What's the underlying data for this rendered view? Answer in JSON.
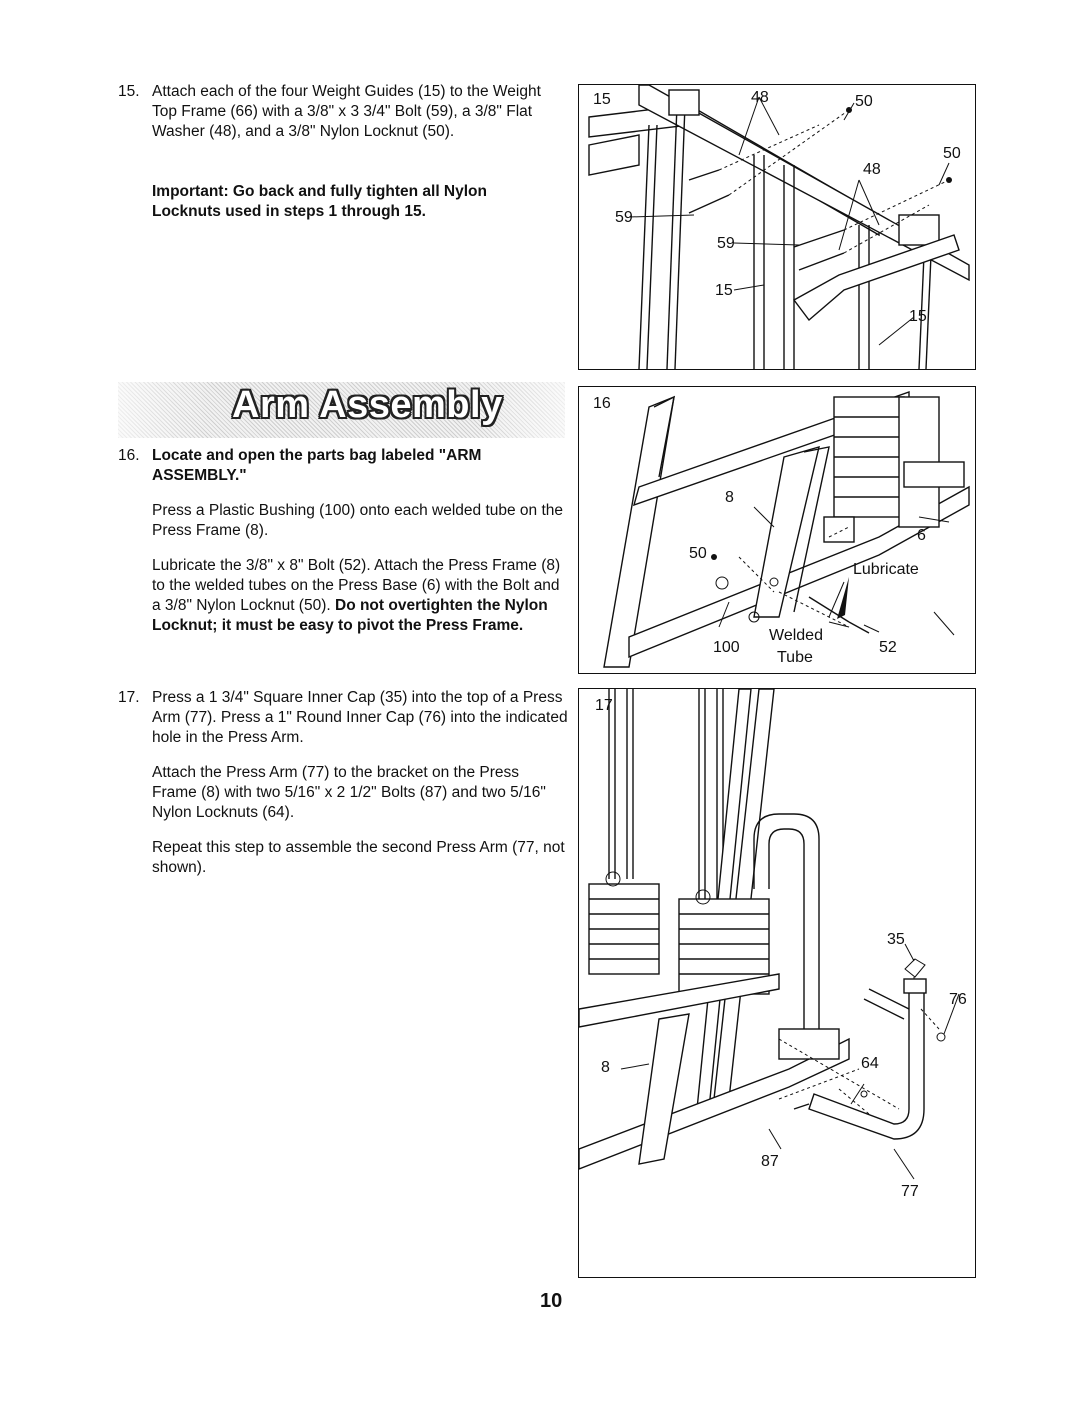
{
  "step15": {
    "number": "15.",
    "text": "Attach each of the four Weight Guides (15) to the Weight Top Frame (66) with a 3/8\" x 3 3/4\" Bolt (59), a 3/8\" Flat Washer (48), and a 3/8\" Nylon Locknut (50).",
    "important": "Important: Go back and fully tighten all Nylon Locknuts used in steps 1 through 15."
  },
  "section_title": "Arm Assembly",
  "step16": {
    "number": "16.",
    "heading": "Locate and open the parts bag labeled \"ARM ASSEMBLY.\"",
    "para1": "Press a Plastic Bushing (100) onto each welded tube on the Press Frame (8).",
    "para2_normal": "Lubricate the 3/8\" x 8\" Bolt (52). Attach the Press Frame (8) to the welded tubes on the Press Base (6) with the Bolt and a 3/8\" Nylon Locknut (50).",
    "para2_bold": "Do not overtighten the Nylon Locknut; it must be easy to pivot the Press Frame."
  },
  "step17": {
    "number": "17.",
    "para1": "Press a 1 3/4\" Square Inner Cap (35) into the top of a Press Arm (77). Press a 1\" Round Inner Cap (76) into the indicated hole in the Press Arm.",
    "para2": "Attach the Press Arm (77) to the bracket on the Press Frame (8) with two 5/16\" x 2 1/2\" Bolts (87) and two 5/16\" Nylon Locknuts (64).",
    "para3": "Repeat this step to assemble the second Press Arm (77, not shown)."
  },
  "fig15": {
    "label": "15",
    "callouts": {
      "c48a": "48",
      "c50a": "50",
      "c50b": "50",
      "c48b": "48",
      "c59a": "59",
      "c59b": "59",
      "c15a": "15",
      "c15b": "15"
    }
  },
  "fig16": {
    "label": "16",
    "callouts": {
      "c8": "8",
      "c6": "6",
      "c50": "50",
      "lubricate": "Lubricate",
      "welded": "Welded",
      "tube": "Tube",
      "c100": "100",
      "c52": "52"
    }
  },
  "fig17": {
    "label": "17",
    "callouts": {
      "c35": "35",
      "c76": "76",
      "c64": "64",
      "c8": "8",
      "c87": "87",
      "c77": "77"
    }
  },
  "page_number": "10"
}
